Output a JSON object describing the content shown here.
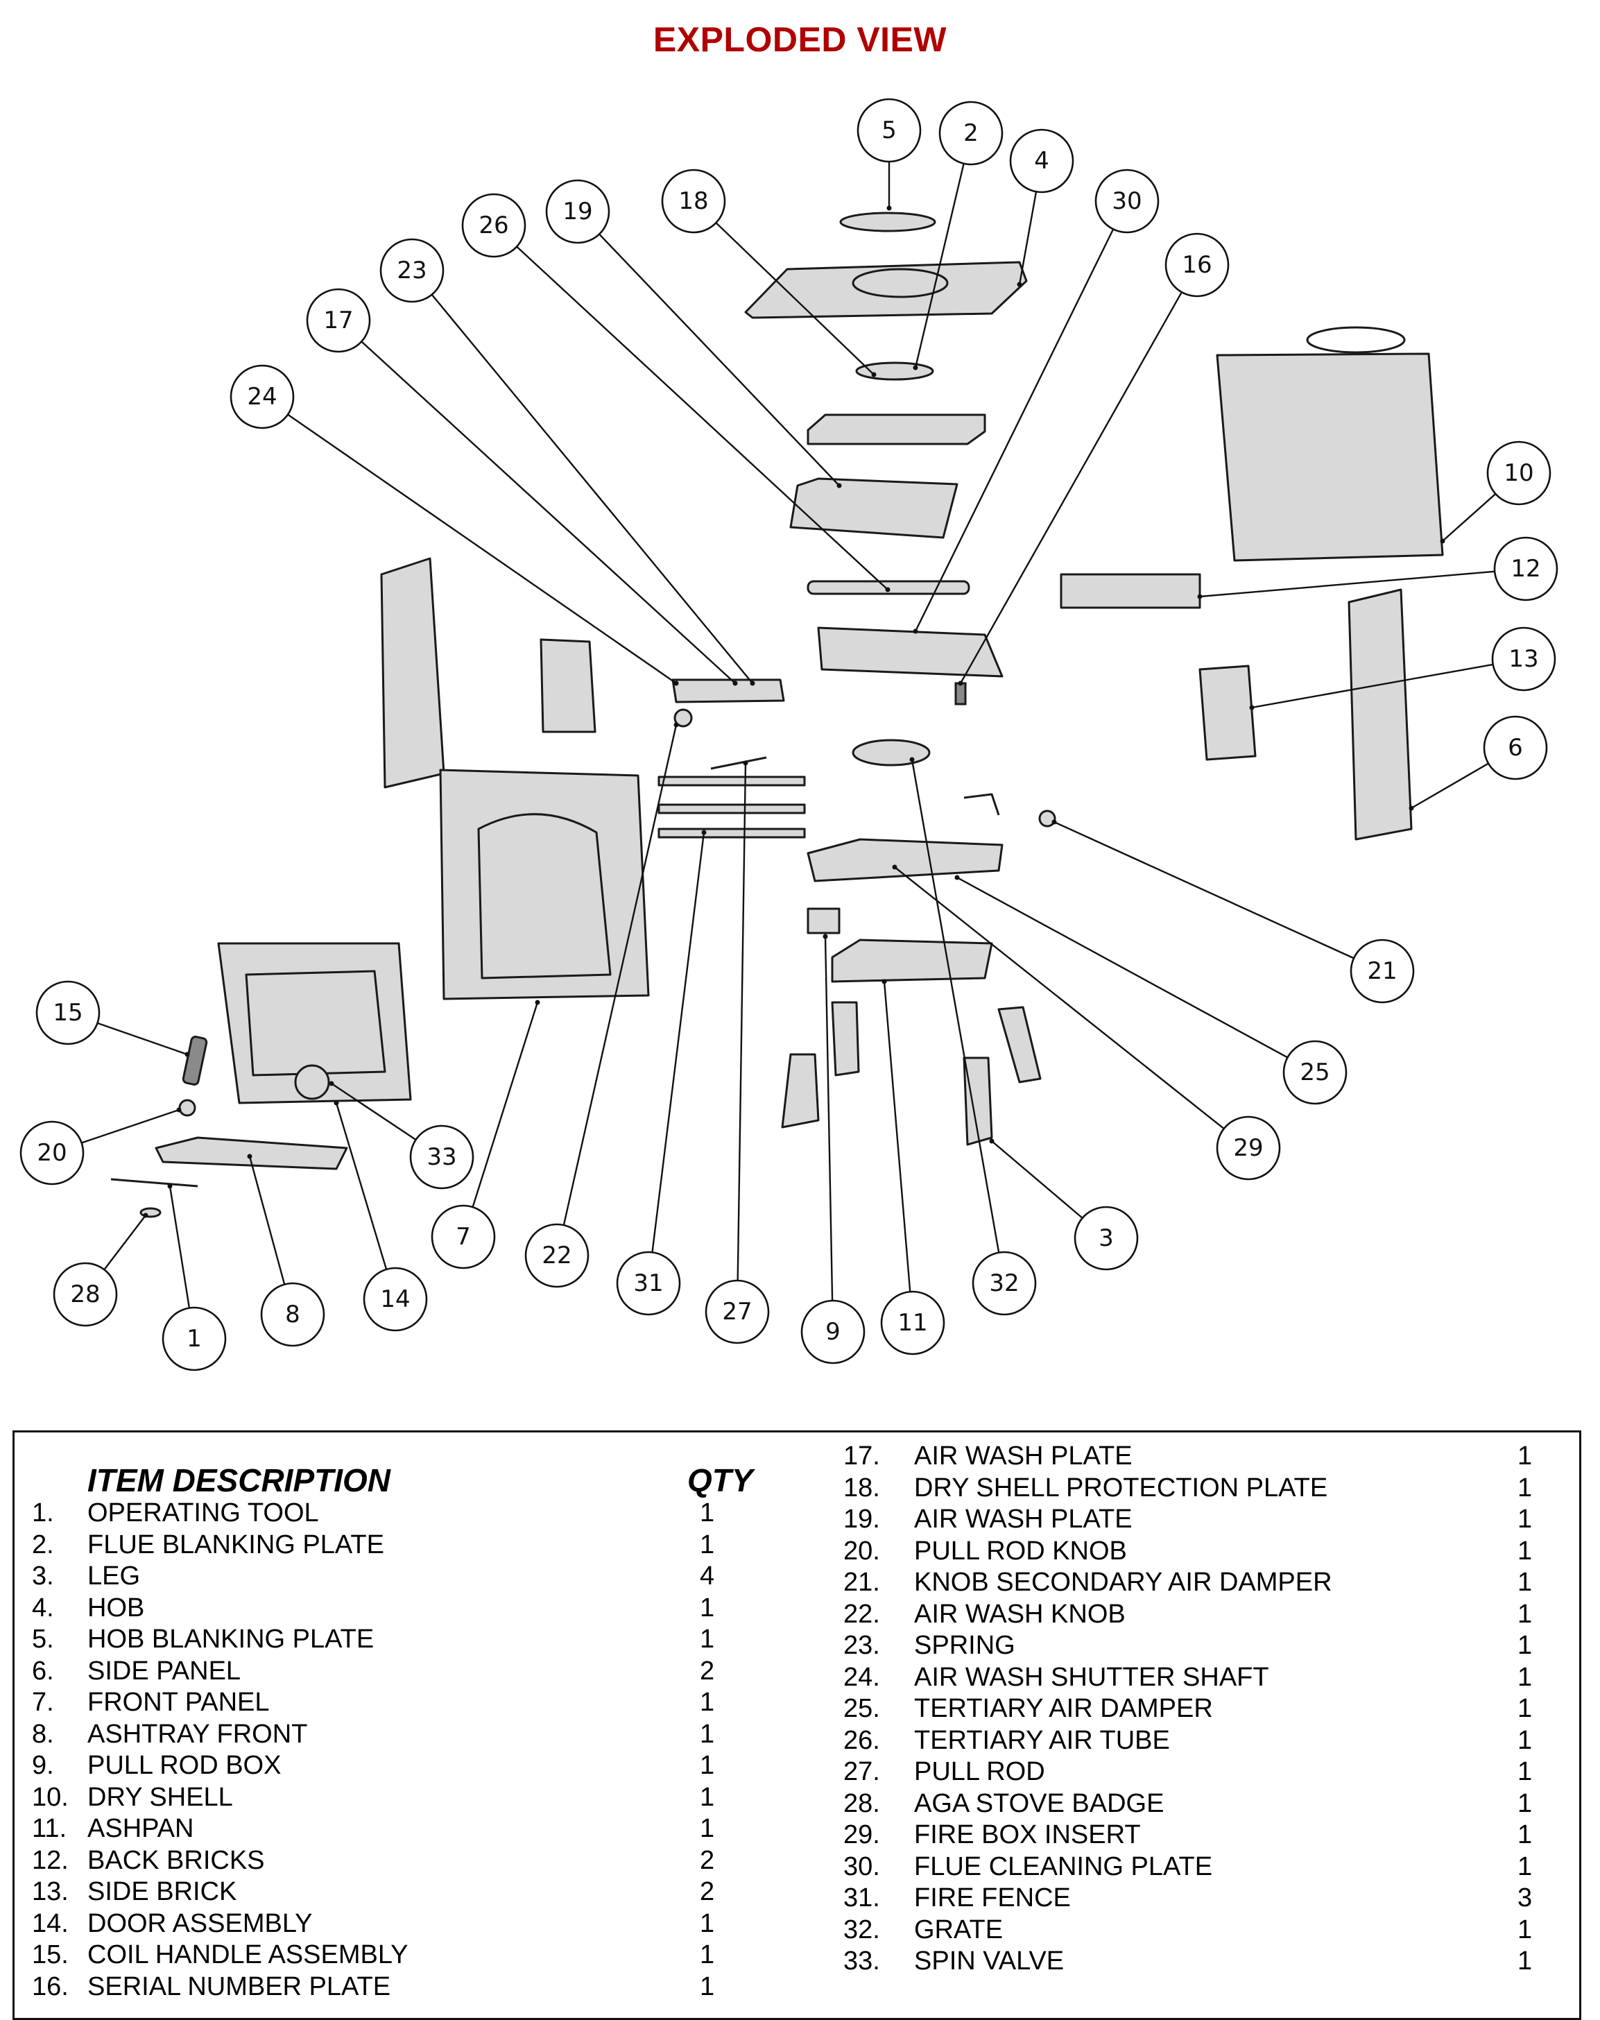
{
  "title": "EXPLODED VIEW",
  "table": {
    "header_item": "ITEM DESCRIPTION",
    "header_qty": "QTY",
    "left": [
      {
        "num": "1.",
        "desc": "OPERATING TOOL",
        "qty": "1"
      },
      {
        "num": "2.",
        "desc": "FLUE BLANKING PLATE",
        "qty": "1"
      },
      {
        "num": "3.",
        "desc": "LEG",
        "qty": "4"
      },
      {
        "num": "4.",
        "desc": "HOB",
        "qty": "1"
      },
      {
        "num": "5.",
        "desc": "HOB BLANKING PLATE",
        "qty": "1"
      },
      {
        "num": "6.",
        "desc": "SIDE PANEL",
        "qty": "2"
      },
      {
        "num": "7.",
        "desc": "FRONT PANEL",
        "qty": "1"
      },
      {
        "num": "8.",
        "desc": "ASHTRAY FRONT",
        "qty": "1"
      },
      {
        "num": "9.",
        "desc": "PULL ROD BOX",
        "qty": "1"
      },
      {
        "num": "10.",
        "desc": "DRY SHELL",
        "qty": "1"
      },
      {
        "num": "11.",
        "desc": "ASHPAN",
        "qty": "1"
      },
      {
        "num": "12.",
        "desc": "BACK BRICKS",
        "qty": "2"
      },
      {
        "num": "13.",
        "desc": "SIDE BRICK",
        "qty": "2"
      },
      {
        "num": "14.",
        "desc": "DOOR ASSEMBLY",
        "qty": "1"
      },
      {
        "num": "15.",
        "desc": "COIL HANDLE ASSEMBLY",
        "qty": "1"
      },
      {
        "num": "16.",
        "desc": "SERIAL NUMBER PLATE",
        "qty": "1"
      }
    ],
    "right": [
      {
        "num": "17.",
        "desc": "AIR WASH PLATE",
        "qty": "1"
      },
      {
        "num": "18.",
        "desc": "DRY SHELL PROTECTION PLATE",
        "qty": "1"
      },
      {
        "num": "19.",
        "desc": "AIR WASH PLATE",
        "qty": "1"
      },
      {
        "num": "20.",
        "desc": "PULL ROD KNOB",
        "qty": "1"
      },
      {
        "num": "21.",
        "desc": "KNOB SECONDARY AIR DAMPER",
        "qty": "1"
      },
      {
        "num": "22.",
        "desc": "AIR WASH KNOB",
        "qty": "1"
      },
      {
        "num": "23.",
        "desc": "SPRING",
        "qty": "1"
      },
      {
        "num": "24.",
        "desc": "AIR WASH SHUTTER SHAFT",
        "qty": "1"
      },
      {
        "num": "25.",
        "desc": "TERTIARY AIR DAMPER",
        "qty": "1"
      },
      {
        "num": "26.",
        "desc": "TERTIARY AIR TUBE",
        "qty": "1"
      },
      {
        "num": "27.",
        "desc": "PULL ROD",
        "qty": "1"
      },
      {
        "num": "28.",
        "desc": "AGA STOVE BADGE",
        "qty": "1"
      },
      {
        "num": "29.",
        "desc": "FIRE BOX INSERT",
        "qty": "1"
      },
      {
        "num": "30.",
        "desc": "FLUE CLEANING PLATE",
        "qty": "1"
      },
      {
        "num": "31.",
        "desc": "FIRE FENCE",
        "qty": "3"
      },
      {
        "num": "32.",
        "desc": "GRATE",
        "qty": "1"
      },
      {
        "num": "33.",
        "desc": "SPIN VALVE",
        "qty": "1"
      }
    ]
  },
  "callouts": [
    "1",
    "2",
    "3",
    "4",
    "5",
    "6",
    "7",
    "8",
    "9",
    "10",
    "11",
    "12",
    "13",
    "14",
    "15",
    "16",
    "17",
    "18",
    "19",
    "20",
    "21",
    "22",
    "23",
    "24",
    "25",
    "26",
    "27",
    "28",
    "29",
    "30",
    "31",
    "32",
    "33"
  ]
}
